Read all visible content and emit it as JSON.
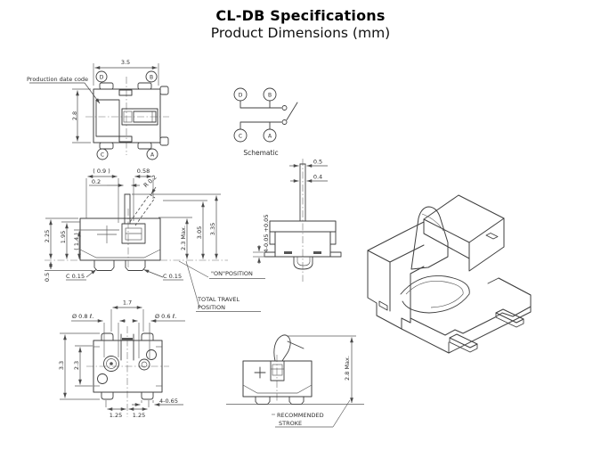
{
  "header": {
    "title": "CL-DB Specifications",
    "subtitle": "Product Dimensions (mm)"
  },
  "top_view": {
    "note": "Production date code",
    "dim_width": "3.5",
    "dim_height": "2.8",
    "terminal_d": "D",
    "terminal_b": "B",
    "terminal_c": "C",
    "terminal_a": "A"
  },
  "schematic": {
    "caption": "Schematic",
    "terminal_d": "D",
    "terminal_b": "B",
    "terminal_c": "C",
    "terminal_a": "A"
  },
  "front_view": {
    "dim_09": "( 0.9 )",
    "dim_058": "0.58",
    "dim_02": "0.2",
    "dim_r02": "R 0.2",
    "dim_225": "2.25",
    "dim_195": "1.95",
    "dim_14": "( 1.4 )",
    "dim_05": "0.5",
    "dim_c015_left": "C 0.15",
    "dim_c015_right": "C 0.15",
    "dim_23max": "2.3 Max.",
    "dim_305": "3.05",
    "dim_335": "3.35",
    "label_on_position": "\"ON\"POSITION",
    "label_total_travel_line1": "TOTAL TRAVEL",
    "label_total_travel_line2": "POSITION"
  },
  "side_view": {
    "dim_05": "0.5",
    "dim_04": "0.4",
    "dim_terminal": "4-0.05 +0.05"
  },
  "bottom_view": {
    "dim_17": "1.7",
    "dim_dia08": "Ø 0.8 ℓ.",
    "dim_dia06": "Ø 0.6 ℓ.",
    "dim_33": "3.3",
    "dim_23": "2.3",
    "dim_125_left": "1.25",
    "dim_125_right": "1.25",
    "dim_4065": "4-0.65"
  },
  "stroke_view": {
    "dim_28max": "2.8 Max.",
    "label_line1": "RECOMMENDED",
    "label_line2": "STROKE"
  }
}
